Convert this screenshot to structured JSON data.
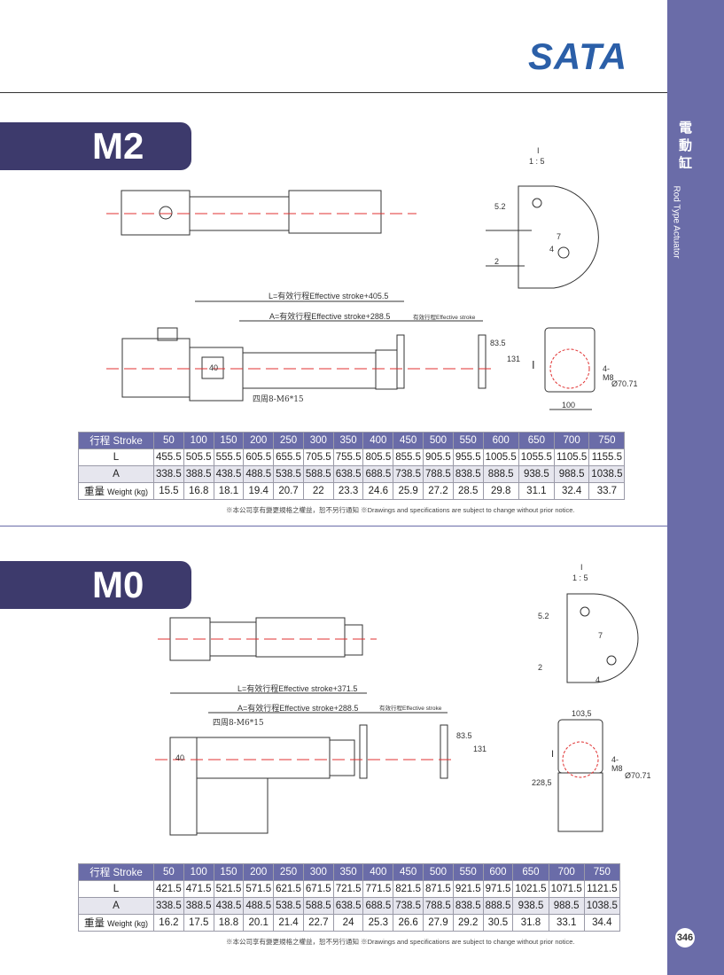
{
  "brand": "SATA",
  "sidebar": {
    "title_cn": "電動缸",
    "title_en": "Rod Type Actuator",
    "page": "346"
  },
  "sections": [
    {
      "model": "M2",
      "labels": {
        "scale_top": "I",
        "scale_ratio": "1 : 5",
        "L": "L=有效行程Effective stroke+405.5",
        "A": "A=有效行程Effective stroke+288.5",
        "stroke": "有效行程Effective stroke",
        "d52": "5.2",
        "d7": "7",
        "d4": "4",
        "d2": "2",
        "d835": "83.5",
        "d131": "131",
        "d40": "40",
        "holes": "四周8-M6*15",
        "m8": "4-M8",
        "phi": "Ø70.71",
        "d100": "100",
        "detail": "I"
      },
      "table": {
        "header": "行程 Stroke",
        "weight_cn": "重量",
        "weight_en": "Weight (kg)",
        "strokes": [
          "50",
          "100",
          "150",
          "200",
          "250",
          "300",
          "350",
          "400",
          "450",
          "500",
          "550",
          "600",
          "650",
          "700",
          "750"
        ],
        "L": [
          "455.5",
          "505.5",
          "555.5",
          "605.5",
          "655.5",
          "705.5",
          "755.5",
          "805.5",
          "855.5",
          "905.5",
          "955.5",
          "1005.5",
          "1055.5",
          "1105.5",
          "1155.5"
        ],
        "A": [
          "338.5",
          "388.5",
          "438.5",
          "488.5",
          "538.5",
          "588.5",
          "638.5",
          "688.5",
          "738.5",
          "788.5",
          "838.5",
          "888.5",
          "938.5",
          "988.5",
          "1038.5"
        ],
        "W": [
          "15.5",
          "16.8",
          "18.1",
          "19.4",
          "20.7",
          "22",
          "23.3",
          "24.6",
          "25.9",
          "27.2",
          "28.5",
          "29.8",
          "31.1",
          "32.4",
          "33.7"
        ]
      }
    },
    {
      "model": "M0",
      "labels": {
        "scale_top": "I",
        "scale_ratio": "1 : 5",
        "L": "L=有效行程Effective stroke+371.5",
        "A": "A=有效行程Effective stroke+288.5",
        "stroke": "有效行程Effective stroke",
        "d52": "5.2",
        "d7": "7",
        "d4": "4",
        "d2": "2",
        "d835": "83.5",
        "d131": "131",
        "d40": "40",
        "holes": "四周8-M6*15",
        "m8": "4-M8",
        "phi": "Ø70.71",
        "d1035": "103,5",
        "d2285": "228,5",
        "detail": "I"
      },
      "table": {
        "header": "行程 Stroke",
        "weight_cn": "重量",
        "weight_en": "Weight (kg)",
        "strokes": [
          "50",
          "100",
          "150",
          "200",
          "250",
          "300",
          "350",
          "400",
          "450",
          "500",
          "550",
          "600",
          "650",
          "700",
          "750"
        ],
        "L": [
          "421.5",
          "471.5",
          "521.5",
          "571.5",
          "621.5",
          "671.5",
          "721.5",
          "771.5",
          "821.5",
          "871.5",
          "921.5",
          "971.5",
          "1021.5",
          "1071.5",
          "1121.5"
        ],
        "A": [
          "338.5",
          "388.5",
          "438.5",
          "488.5",
          "538.5",
          "588.5",
          "638.5",
          "688.5",
          "738.5",
          "788.5",
          "838.5",
          "888.5",
          "938.5",
          "988.5",
          "1038.5"
        ],
        "W": [
          "16.2",
          "17.5",
          "18.8",
          "20.1",
          "21.4",
          "22.7",
          "24",
          "25.3",
          "26.6",
          "27.9",
          "29.2",
          "30.5",
          "31.8",
          "33.1",
          "34.4"
        ]
      }
    }
  ],
  "note": "※本公司享有變更規格之權益，恕不另行通知 ※Drawings and specifications are subject to change without prior notice.",
  "colors": {
    "sidebar": "#6a6ca8",
    "model_tab": "#3d3a6c",
    "logo": "#2b5fa8",
    "centerline": "#e03030"
  }
}
